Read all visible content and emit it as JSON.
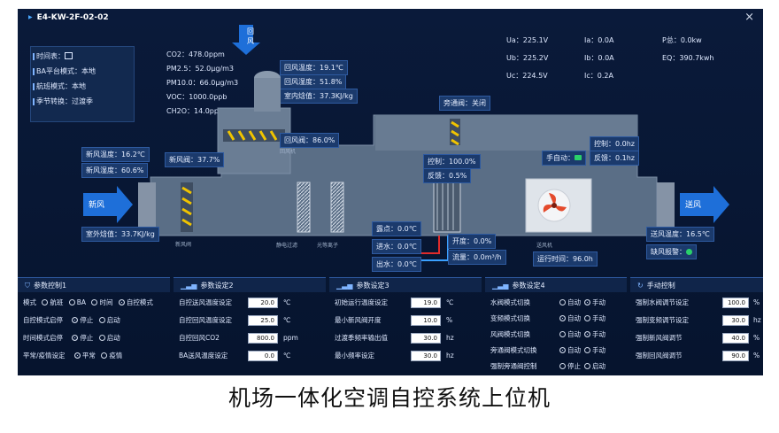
{
  "window": {
    "title": "E4-KW-2F-02-02",
    "close": "×"
  },
  "info": {
    "timetable": "时间表：",
    "ba_mode": "BA平台模式：本地",
    "fly_mode": "航班模式：本地",
    "season": "季节转换：过渡季"
  },
  "air_quality": {
    "co2": "CO2：478.0ppm",
    "pm25": "PM2.5：52.0μg/m3",
    "pm10": "PM10.0：66.0μg/m3",
    "voc": "VOC：1000.0ppb",
    "ch2o": "CH2O：14.0ppb"
  },
  "return_air": {
    "label": "回风",
    "temp": "回风温度：19.1℃",
    "hum": "回风湿度：51.8%",
    "enthalpy": "室内焓值：37.3KJ/kg",
    "valve": "回风阀：86.0%",
    "fan": "回风机"
  },
  "electrical": {
    "ua": "Ua：225.1V",
    "ub": "Ub：225.2V",
    "uc": "Uc：224.5V",
    "ia": "Ia：0.0A",
    "ib": "Ib：0.0A",
    "ic": "Ic：0.2A",
    "p": "P总：0.0kw",
    "eq": "EQ：390.7kwh"
  },
  "fresh_air": {
    "label": "新风",
    "temp": "新风温度：16.2℃",
    "hum": "新风湿度：60.6%",
    "enthalpy": "室外焓值：33.7KJ/kg",
    "valve": "新风阀：37.7%",
    "valve_label": "新风阀"
  },
  "bypass": {
    "valve": "旁通阀：关闭"
  },
  "water": {
    "control": "控制：100.0%",
    "feedback": "反馈：0.5%",
    "supply_temp": "进水：0.0℃",
    "return_temp": "出水：0.0℃",
    "dew": "露点：0.0℃",
    "lift": "开度：0.0%",
    "flow": "流量：0.0m³/h"
  },
  "fan": {
    "manual_auto": "手自动：",
    "control": "控制：0.0hz",
    "feedback": "反馈：0.1hz",
    "run_time": "运行时间：96.0h",
    "label": "送风机",
    "supply": "送风",
    "supply_temp": "送风温度：16.5℃",
    "alarm": "缺风报警："
  },
  "sections": {
    "filter1": "静电过滤",
    "filter2": "光等离子"
  },
  "panel1": {
    "title": "参数控制1",
    "r1": "模式",
    "r1o": [
      "航班",
      "BA",
      "时间",
      "自控模式"
    ],
    "r2": "自控模式启停",
    "r3": "时间模式启停",
    "r4": "平常/疫情设定",
    "stop": "停止",
    "start": "启动",
    "normal": "平常",
    "epidemic": "疫情"
  },
  "panel2": {
    "title": "参数设定2",
    "r1": "自控送风温度设定",
    "v1": "20.0",
    "r2": "自控回风温度设定",
    "v2": "25.0",
    "r3": "自控回风CO2",
    "v3": "800.0",
    "r4": "BA送风温度设定",
    "v4": "0.0",
    "u1": "℃",
    "u3": "ppm"
  },
  "panel3": {
    "title": "参数设定3",
    "r1": "初始运行温度设定",
    "v1": "19.0",
    "r2": "最小新风阀开度",
    "v2": "10.0",
    "r3": "过渡季频率输出值",
    "v3": "30.0",
    "r4": "最小频率设定",
    "v4": "30.0",
    "u1": "℃",
    "u2": "%",
    "u3": "hz"
  },
  "panel4": {
    "title": "参数设定4",
    "r1": "水阀模式切换",
    "r2": "变频模式切换",
    "r3": "风阀模式切换",
    "r4": "旁通阀模式切换",
    "r5": "强制旁通阀控制",
    "auto": "自动",
    "manual": "手动",
    "stop": "停止",
    "start": "启动"
  },
  "panel5": {
    "title": "手动控制",
    "r1": "强制水阀调节设定",
    "v1": "100.0",
    "r2": "强制变频调节设定",
    "v2": "30.0",
    "r3": "强制新风阀调节",
    "v3": "40.0",
    "r4": "强制回风阀调节",
    "v4": "90.0",
    "u1": "%",
    "u2": "hz"
  },
  "caption": "机场一体化空调自控系统上位机",
  "colors": {
    "bg": "#0a1a3a",
    "accent": "#4aa8ff",
    "box": "#1b3a6c",
    "arrow": "#1e6fd9",
    "unit": "#a9aeb5"
  }
}
